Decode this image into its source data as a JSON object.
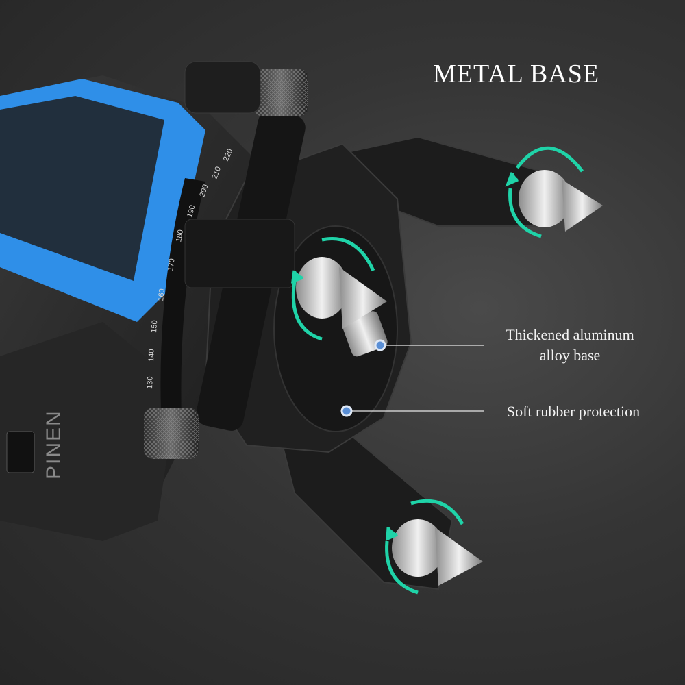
{
  "title": "METAL BASE",
  "callouts": {
    "base_line1": "Thickened aluminum",
    "base_line2": "alloy base",
    "rubber": "Soft rubber protection"
  },
  "brand_text": "PINEN",
  "dial_ticks": [
    "220",
    "210",
    "200",
    "190",
    "180",
    "170",
    "160",
    "150",
    "140",
    "130"
  ],
  "colors": {
    "accent_teal": "#1fd3a8",
    "body_blue": "#2f8fe8",
    "dot_blue": "#5a8fd6"
  }
}
